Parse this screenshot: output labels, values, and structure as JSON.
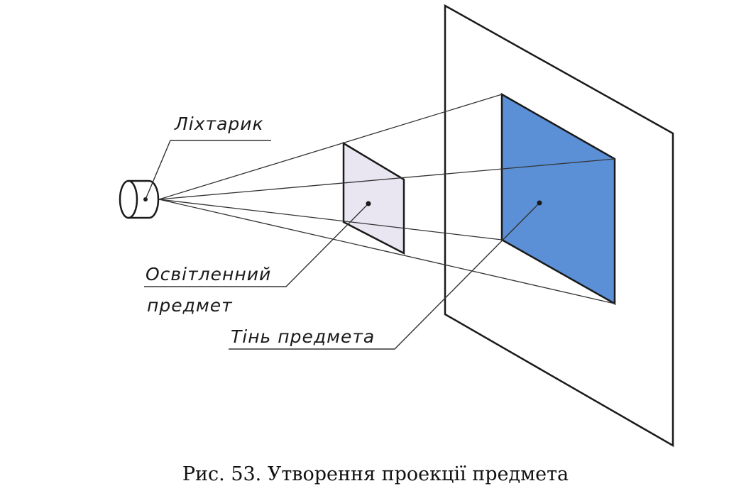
{
  "labels": {
    "flashlight": "Ліхтарик",
    "object_line1": "Освітленний",
    "object_line2": "предмет",
    "shadow": "Тінь предмета"
  },
  "caption": "Рис. 53. Утворення проекції предмета",
  "colors": {
    "line": "#1a1a1a",
    "object_fill": "#e9e6f2",
    "shadow_fill": "#5b8fd6",
    "screen_fill": "#ffffff",
    "cylinder_fill": "#ffffff"
  }
}
